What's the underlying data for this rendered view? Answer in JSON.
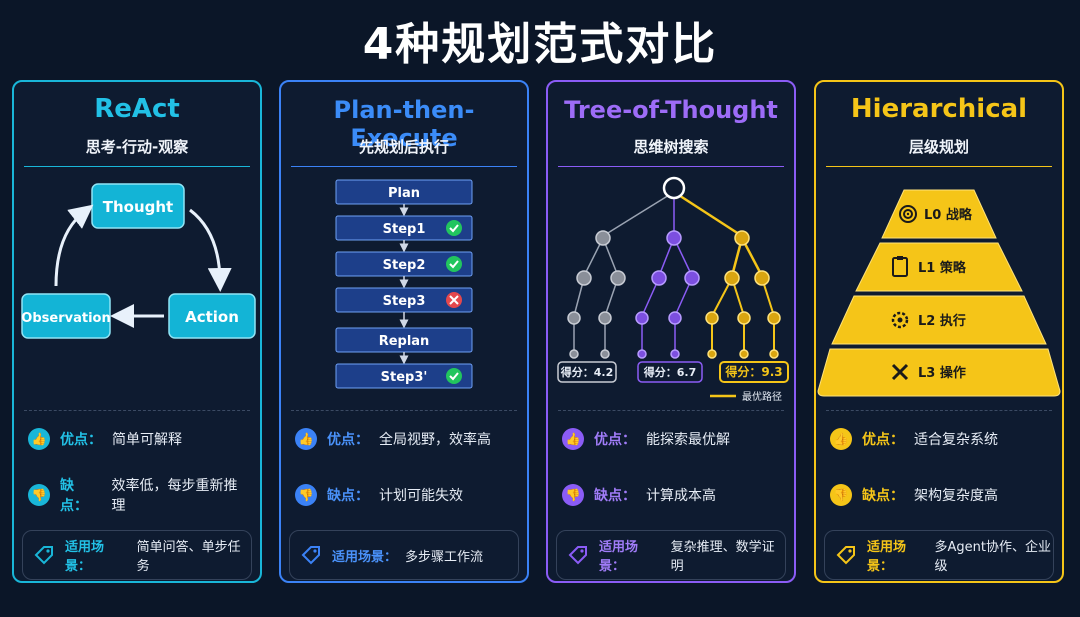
{
  "title": "4种规划范式对比",
  "cards": [
    {
      "title": "ReAct",
      "subtitle": "思考-行动-观察",
      "accent": "#19b6d8",
      "nodes": [
        "Thought",
        "Action",
        "Observation"
      ],
      "pros_label": "优点：",
      "pros": "简单可解释",
      "cons_label": "缺点：",
      "cons": "效率低，每步重新推理",
      "scene_label": "适用场景：",
      "scene": "简单问答、单步任务"
    },
    {
      "title": "Plan-then-Execute",
      "subtitle": "先规划后执行",
      "accent": "#3b82f6",
      "steps": [
        "Plan",
        "Step1",
        "Step2",
        "Step3",
        "Replan",
        "Step3'"
      ],
      "pros_label": "优点：",
      "pros": "全局视野，效率高",
      "cons_label": "缺点：",
      "cons": "计划可能失效",
      "scene_label": "适用场景：",
      "scene": "多步骤工作流"
    },
    {
      "title": "Tree-of-Thought",
      "subtitle": "思维树搜索",
      "accent": "#8b5cf6",
      "scores": [
        "得分：4.2",
        "得分：6.7",
        "得分：9.3"
      ],
      "best_path": "最优路径",
      "pros_label": "优点：",
      "pros": "能探索最优解",
      "cons_label": "缺点：",
      "cons": "计算成本高",
      "scene_label": "适用场景：",
      "scene": "复杂推理、数学证明"
    },
    {
      "title": "Hierarchical",
      "subtitle": "层级规划",
      "accent": "#f5c518",
      "levels": [
        "L0 战略",
        "L1 策略",
        "L2 执行",
        "L3 操作"
      ],
      "level_icons": [
        "target-icon",
        "clipboard-icon",
        "gears-icon",
        "tools-icon"
      ],
      "pros_label": "优点：",
      "pros": "适合复杂系统",
      "cons_label": "缺点：",
      "cons": "架构复杂度高",
      "scene_label": "适用场景：",
      "scene": "多Agent协作、企业级"
    }
  ]
}
